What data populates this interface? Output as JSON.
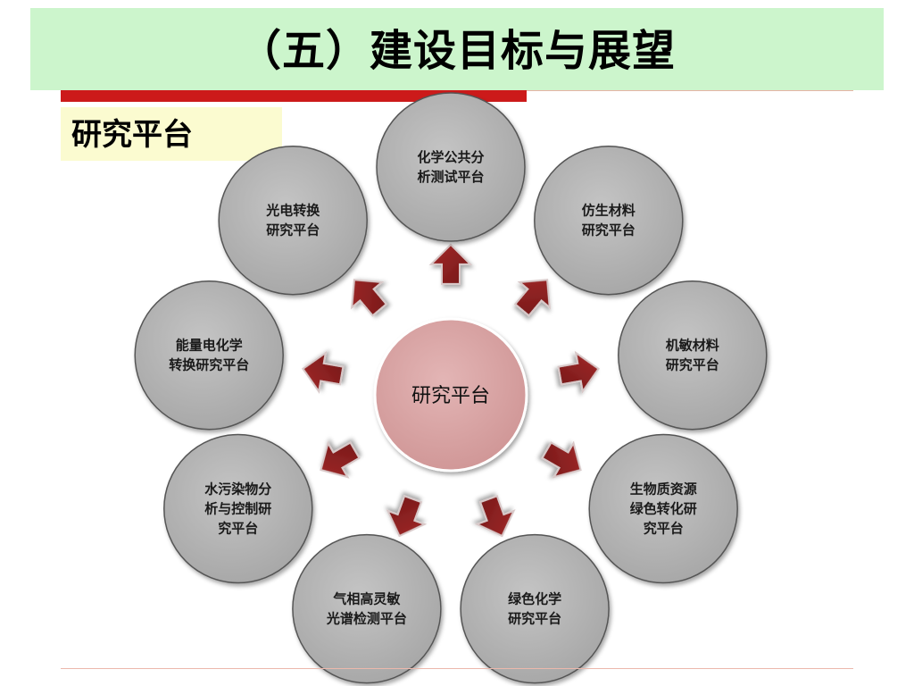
{
  "slide": {
    "title": "（五）建设目标与展望",
    "section_label": "研究平台"
  },
  "diagram": {
    "center": {
      "label": "研究平台",
      "fill": "#d9a3a3",
      "stroke": "#ffffff"
    },
    "node_colors": {
      "fill": "#b3b3b3",
      "stroke": "#555555",
      "arrow_fill": "#8c2020",
      "arrow_stroke": "#d8c8c8"
    },
    "nodes": [
      {
        "id": "chem-analysis",
        "lines": [
          "化学公共分",
          "析测试平台"
        ]
      },
      {
        "id": "bionic-materials",
        "lines": [
          "仿生材料",
          "研究平台"
        ]
      },
      {
        "id": "sensitive-materials",
        "lines": [
          "机敏材料",
          "研究平台"
        ]
      },
      {
        "id": "biomass-conversion",
        "lines": [
          "生物质资源",
          "绿色转化研",
          "究平台"
        ]
      },
      {
        "id": "green-chemistry",
        "lines": [
          "绿色化学",
          "研究平台"
        ]
      },
      {
        "id": "gas-phase-spectroscopy",
        "lines": [
          "气相高灵敏",
          "光谱检测平台"
        ]
      },
      {
        "id": "water-pollutant",
        "lines": [
          "水污染物分",
          "析与控制研",
          "究平台"
        ]
      },
      {
        "id": "energy-electrochem",
        "lines": [
          "能量电化学",
          "转换研究平台"
        ]
      },
      {
        "id": "photoelectric-conversion",
        "lines": [
          "光电转换",
          "研究平台"
        ]
      }
    ]
  }
}
